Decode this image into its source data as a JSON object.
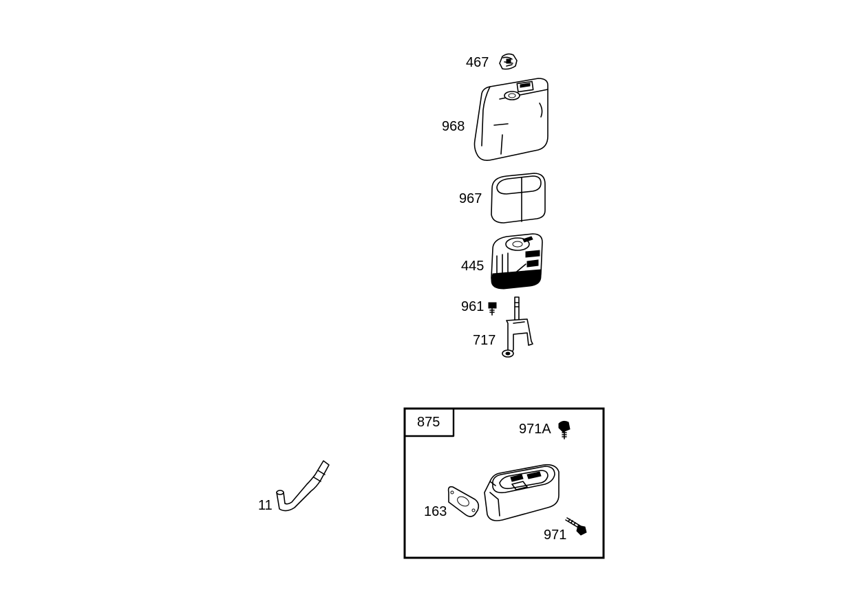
{
  "parts": {
    "p467": "467",
    "p968": "968",
    "p967": "967",
    "p445": "445",
    "p961": "961",
    "p717": "717",
    "p11": "11",
    "kit": "875",
    "p971A": "971A",
    "p163": "163",
    "p971": "971"
  }
}
